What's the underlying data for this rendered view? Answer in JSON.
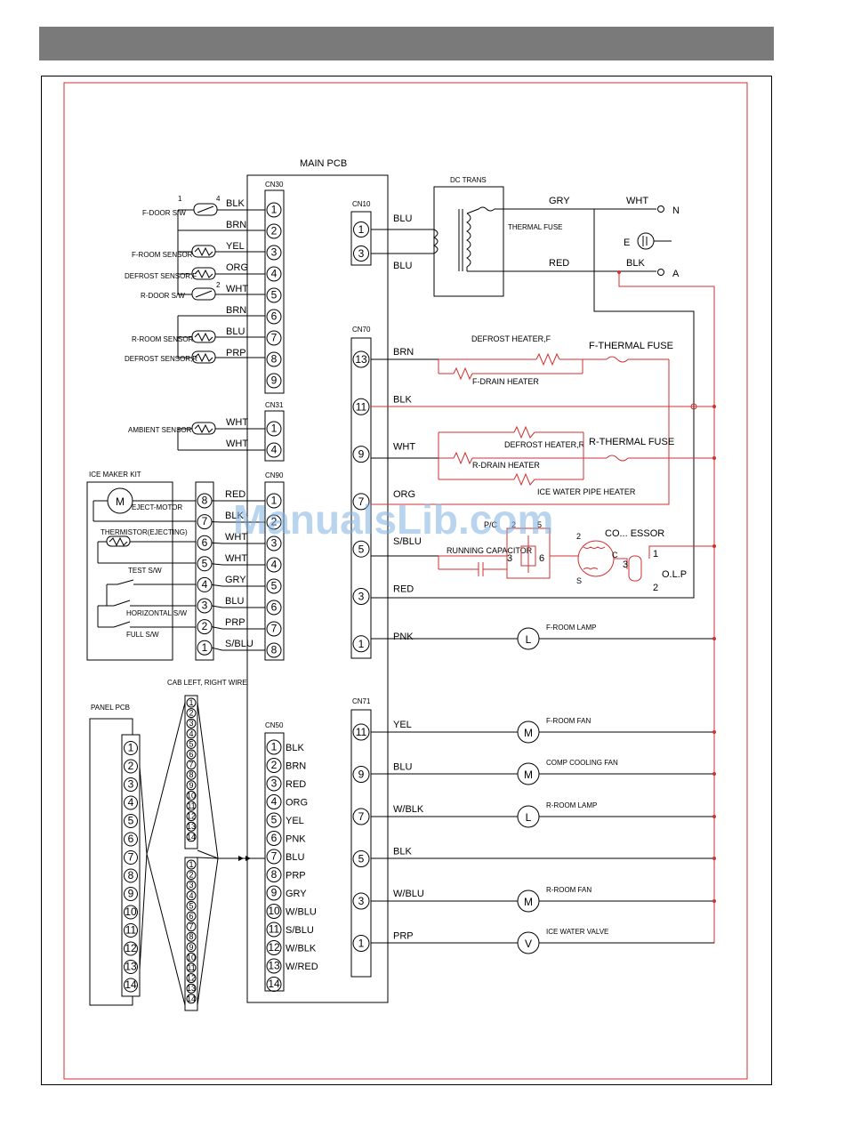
{
  "pcb": {
    "main": "MAIN PCB",
    "cn30": "CN30",
    "cn31": "CN31",
    "cn90": "CN90",
    "cn50": "CN50",
    "cn10": "CN10",
    "cn70": "CN70",
    "cn71": "CN71"
  },
  "cn30_wires": [
    "BLK",
    "BRN",
    "YEL",
    "ORG",
    "WHT",
    "BRN",
    "BLU",
    "PRP"
  ],
  "cn30_pins": [
    "1",
    "2",
    "3",
    "4",
    "5",
    "6",
    "7",
    "8",
    "9"
  ],
  "cn31_wires": [
    "WHT",
    "WHT"
  ],
  "cn31_pins": [
    "1",
    "4"
  ],
  "cn90_wires": [
    "RED",
    "BLK",
    "WHT",
    "WHT",
    "GRY",
    "BLU",
    "PRP",
    "S/BLU"
  ],
  "cn90_pins": [
    "1",
    "2",
    "3",
    "4",
    "5",
    "6",
    "7",
    "8"
  ],
  "icemaker_pins": [
    "8",
    "7",
    "6",
    "5",
    "4",
    "3",
    "2",
    "1"
  ],
  "cn50_pins": [
    "1",
    "2",
    "3",
    "4",
    "5",
    "6",
    "7",
    "8",
    "9",
    "10",
    "11",
    "12",
    "13",
    "14"
  ],
  "cn50_wires": [
    "BLK",
    "BRN",
    "RED",
    "ORG",
    "YEL",
    "PNK",
    "BLU",
    "PRP",
    "GRY",
    "W/BLU",
    "S/BLU",
    "W/BLK",
    "W/RED"
  ],
  "panel_pins": [
    "1",
    "2",
    "3",
    "4",
    "5",
    "6",
    "7",
    "8",
    "9",
    "10",
    "11",
    "12",
    "13",
    "14"
  ],
  "harness_pins": [
    "1",
    "2",
    "3",
    "4",
    "5",
    "6",
    "7",
    "8",
    "9",
    "10",
    "11",
    "12",
    "13",
    "14"
  ],
  "cn10_pins": [
    "1",
    "3"
  ],
  "cn10_wires": [
    "BLU",
    "BLU"
  ],
  "cn70_pins": [
    "13",
    "11",
    "9",
    "7",
    "5",
    "3",
    "1"
  ],
  "cn70_wires": [
    "BRN",
    "BLK",
    "WHT",
    "ORG",
    "S/BLU",
    "RED",
    "PNK"
  ],
  "cn71_pins": [
    "11",
    "9",
    "7",
    "5",
    "3",
    "1"
  ],
  "cn71_wires": [
    "YEL",
    "BLU",
    "W/BLK",
    "BLK",
    "W/BLU",
    "PRP"
  ],
  "sensors": {
    "f_door_sw": "F-DOOR S/W",
    "f_room_sensor": "F-ROOM SENSOR",
    "defrost_sensor_f": "DEFROST SENSOR,F",
    "r_door_sw": "R-DOOR S/W",
    "r_room_sensor": "R-ROOM SENSOR",
    "defrost_sensor_r": "DEFROST SENSOR,R",
    "ambient_sensor": "AMBIENT SENSOR",
    "sw_pin1": "1",
    "sw_pin4": "4",
    "sw_pin2": "2"
  },
  "icemaker": {
    "kit": "ICE MAKER KIT",
    "motor_symbol": "M",
    "motor": "EJECT-MOTOR",
    "thermistor": "THERMISTOR(EJECTING)",
    "test_sw": "TEST S/W",
    "horizontal_sw": "HORIZONTAL S/W",
    "full_sw": "FULL S/W"
  },
  "panel": {
    "panel_pcb": "PANEL PCB",
    "cab_wire": "CAB LEFT, RIGHT WIRE"
  },
  "power": {
    "dc_trans": "DC TRANS",
    "thermal_fuse": "THERMAL FUSE",
    "gry": "GRY",
    "wht": "WHT",
    "red": "RED",
    "blk": "BLK",
    "n": "N",
    "e": "E",
    "a": "A"
  },
  "heaters": {
    "defrost_heater_f": "DEFROST HEATER,F",
    "f_drain_heater": "F-DRAIN HEATER",
    "f_thermal_fuse": "F-THERMAL FUSE",
    "defrost_heater_r": "DEFROST HEATER,R",
    "r_drain_heater": "R-DRAIN HEATER",
    "ice_water_pipe_heater": "ICE WATER PIPE HEATER",
    "r_thermal_fuse": "R-THERMAL FUSE"
  },
  "compressor": {
    "ptc": "P/C",
    "running_capacitor": "RUNNING CAPACITOR",
    "compressor": "CO... ESSOR",
    "olp": "O.L.P",
    "p2": "2",
    "p5": "5",
    "p3": "3",
    "p6": "6",
    "c": "C",
    "s": "S",
    "o1": "1",
    "o2": "2",
    "o3": "3"
  },
  "loads": [
    {
      "symbol": "L",
      "label": "F-ROOM LAMP"
    },
    {
      "symbol": "M",
      "label": "F-ROOM FAN"
    },
    {
      "symbol": "M",
      "label": "COMP COOLING FAN"
    },
    {
      "symbol": "L",
      "label": "R-ROOM LAMP"
    },
    {
      "symbol": "M",
      "label": "R-ROOM FAN"
    },
    {
      "symbol": "V",
      "label": "ICE WATER VALVE"
    }
  ],
  "watermark": "ManualsLib.com"
}
